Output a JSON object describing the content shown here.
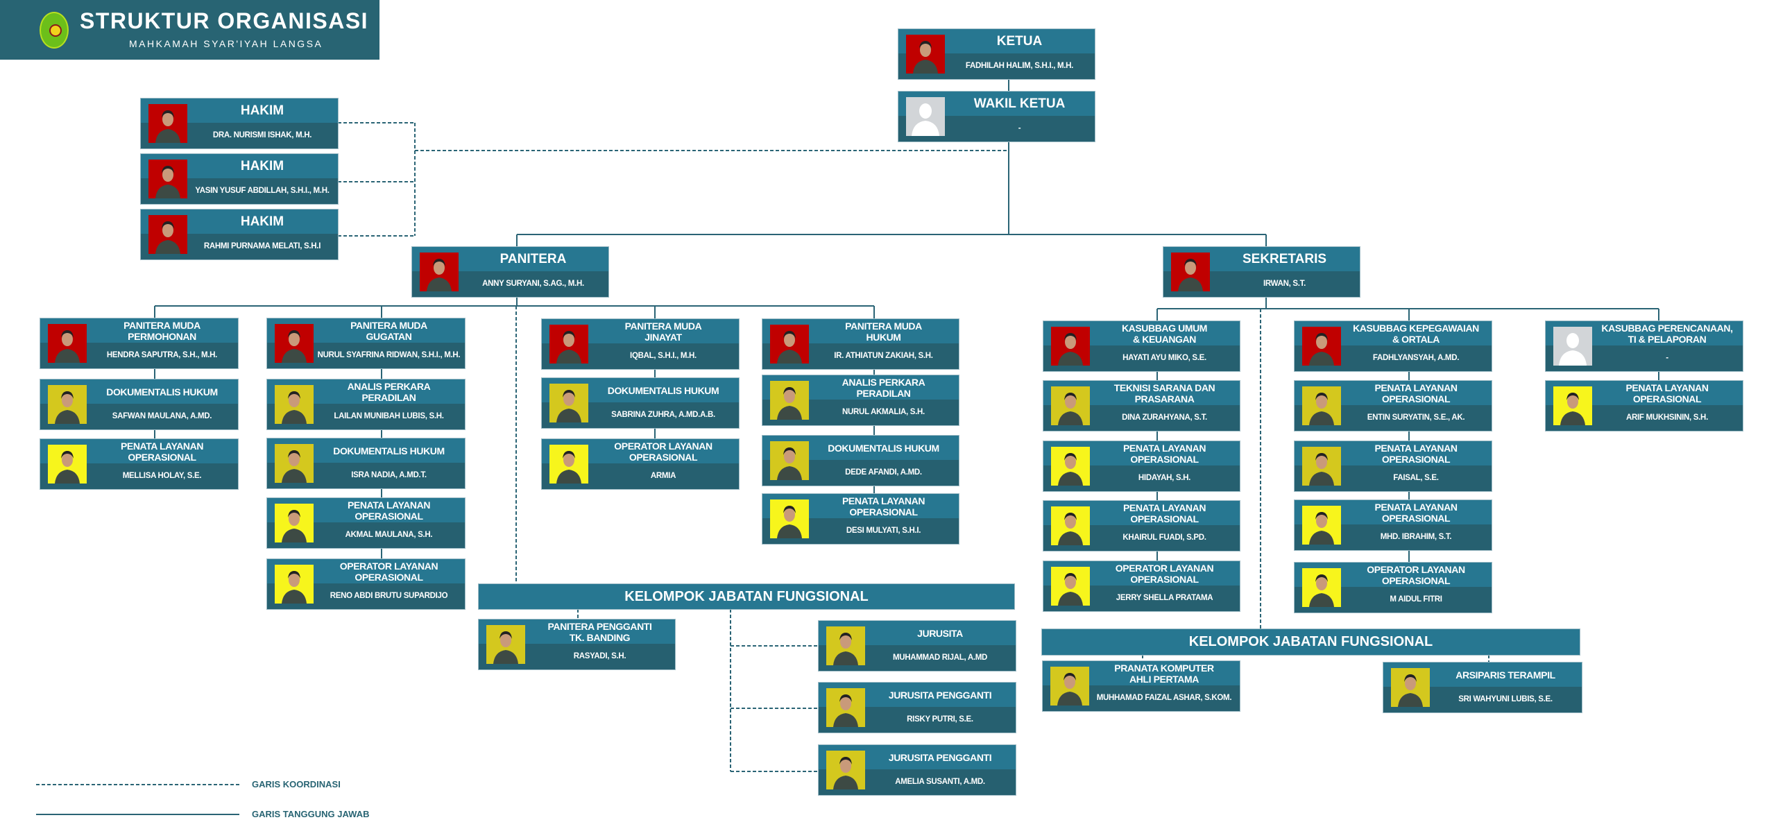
{
  "header": {
    "title": "STRUKTUR ORGANISASI",
    "subtitle": "MAHKAMAH SYAR'IYAH LANGSA"
  },
  "colors": {
    "title_band": "#277791",
    "name_band": "#266070",
    "header_bg": "#286473",
    "line": "#2a6475",
    "photo_red": "#c00000",
    "photo_olive": "#d4c81e",
    "photo_yellow": "#f7f51c",
    "photo_blank": "#d2d5d8"
  },
  "nodes": [
    {
      "id": "ketua",
      "title": "KETUA",
      "name": "FADHILAH HALIM, S.H.I., M.H.",
      "photo": "red"
    },
    {
      "id": "wakil",
      "title": "WAKIL KETUA",
      "name": "-",
      "photo": "blank"
    },
    {
      "id": "hakim1",
      "title": "HAKIM",
      "name": "DRA. NURISMI ISHAK, M.H.",
      "photo": "red"
    },
    {
      "id": "hakim2",
      "title": "HAKIM",
      "name": "YASIN YUSUF ABDILLAH, S.H.I., M.H.",
      "photo": "red"
    },
    {
      "id": "hakim3",
      "title": "HAKIM",
      "name": "RAHMI PURNAMA MELATI, S.H.I",
      "photo": "red"
    },
    {
      "id": "panitera",
      "title": "PANITERA",
      "name": "ANNY SURYANI, S.AG., M.H.",
      "photo": "red"
    },
    {
      "id": "sekretaris",
      "title": "SEKRETARIS",
      "name": "IRWAN, S.T.",
      "photo": "red"
    },
    {
      "id": "c1r1",
      "title": "PANITERA MUDA\nPERMOHONAN",
      "name": "HENDRA SAPUTRA, S.H., M.H.",
      "photo": "red"
    },
    {
      "id": "c1r2",
      "title": "DOKUMENTALIS HUKUM",
      "name": "SAFWAN MAULANA, A.MD.",
      "photo": "olive"
    },
    {
      "id": "c1r3",
      "title": "PENATA LAYANAN\nOPERASIONAL",
      "name": "MELLISA HOLAY, S.E.",
      "photo": "yellow"
    },
    {
      "id": "c2r1",
      "title": "PANITERA MUDA\nGUGATAN",
      "name": "NURUL SYAFRINA RIDWAN, S.H.I., M.H.",
      "photo": "red"
    },
    {
      "id": "c2r2",
      "title": "ANALIS PERKARA\nPERADILAN",
      "name": "LAILAN MUNIBAH LUBIS, S.H.",
      "photo": "olive"
    },
    {
      "id": "c2r3",
      "title": "DOKUMENTALIS HUKUM",
      "name": "ISRA NADIA, A.MD.T.",
      "photo": "olive"
    },
    {
      "id": "c2r4",
      "title": "PENATA LAYANAN\nOPERASIONAL",
      "name": "AKMAL MAULANA, S.H.",
      "photo": "yellow"
    },
    {
      "id": "c2r5",
      "title": "OPERATOR LAYANAN\nOPERASIONAL",
      "name": "RENO ABDI BRUTU SUPARDIJO",
      "photo": "yellow"
    },
    {
      "id": "c3r1",
      "title": "PANITERA MUDA\nJINAYAT",
      "name": "IQBAL, S.H.I., M.H.",
      "photo": "red"
    },
    {
      "id": "c3r2",
      "title": "DOKUMENTALIS HUKUM",
      "name": "SABRINA ZUHRA, A.MD.A.B.",
      "photo": "olive"
    },
    {
      "id": "c3r3",
      "title": "OPERATOR LAYANAN\nOPERASIONAL",
      "name": "ARMIA",
      "photo": "yellow"
    },
    {
      "id": "c4r1",
      "title": "PANITERA MUDA\nHUKUM",
      "name": "IR. ATHIATUN ZAKIAH, S.H.",
      "photo": "red"
    },
    {
      "id": "c4r2",
      "title": "ANALIS PERKARA\nPERADILAN",
      "name": "NURUL AKMALIA, S.H.",
      "photo": "olive"
    },
    {
      "id": "c4r3",
      "title": "DOKUMENTALIS HUKUM",
      "name": "DEDE AFANDI, A.MD.",
      "photo": "olive"
    },
    {
      "id": "c4r4",
      "title": "PENATA LAYANAN\nOPERASIONAL",
      "name": "DESI MULYATI, S.H.I.",
      "photo": "yellow"
    },
    {
      "id": "c5r1",
      "title": "KASUBBAG UMUM\n& KEUANGAN",
      "name": "HAYATI AYU MIKO, S.E.",
      "photo": "red"
    },
    {
      "id": "c5r2",
      "title": "TEKNISI SARANA DAN\nPRASARANA",
      "name": "DINA ZURAHYANA, S.T.",
      "photo": "olive"
    },
    {
      "id": "c5r3",
      "title": "PENATA LAYANAN\nOPERASIONAL",
      "name": "HIDAYAH, S.H.",
      "photo": "yellow"
    },
    {
      "id": "c5r4",
      "title": "PENATA LAYANAN\nOPERASIONAL",
      "name": "KHAIRUL FUADI, S.PD.",
      "photo": "yellow"
    },
    {
      "id": "c5r5",
      "title": "OPERATOR LAYANAN\nOPERASIONAL",
      "name": "JERRY SHELLA PRATAMA",
      "photo": "yellow"
    },
    {
      "id": "c6r1",
      "title": "KASUBBAG KEPEGAWAIAN\n& ORTALA",
      "name": "FADHLYANSYAH, A.MD.",
      "photo": "red"
    },
    {
      "id": "c6r2",
      "title": "PENATA LAYANAN\nOPERASIONAL",
      "name": "ENTIN SURYATIN, S.E., AK.",
      "photo": "olive"
    },
    {
      "id": "c6r3",
      "title": "PENATA LAYANAN\nOPERASIONAL",
      "name": "FAISAL, S.E.",
      "photo": "olive"
    },
    {
      "id": "c6r4",
      "title": "PENATA LAYANAN\nOPERASIONAL",
      "name": "MHD. IBRAHIM, S.T.",
      "photo": "yellow"
    },
    {
      "id": "c6r5",
      "title": "OPERATOR LAYANAN\nOPERASIONAL",
      "name": "M AIDUL FITRI",
      "photo": "yellow"
    },
    {
      "id": "c7r1",
      "title": "KASUBBAG PERENCANAAN,\nTI & PELAPORAN",
      "name": "-",
      "photo": "blank"
    },
    {
      "id": "c7r2",
      "title": "PENATA LAYANAN\nOPERASIONAL",
      "name": "ARIF MUKHSININ, S.H.",
      "photo": "yellow"
    },
    {
      "id": "pp",
      "title": "PANITERA PENGGANTI\nTK. BANDING",
      "name": "RASYADI, S.H.",
      "photo": "olive"
    },
    {
      "id": "js",
      "title": "JURUSITA",
      "name": "MUHAMMAD RIJAL, A.MD",
      "photo": "olive"
    },
    {
      "id": "jp1",
      "title": "JURUSITA PENGGANTI",
      "name": "RISKY PUTRI, S.E.",
      "photo": "olive"
    },
    {
      "id": "jp2",
      "title": "JURUSITA PENGGANTI",
      "name": "AMELIA SUSANTI, A.MD.",
      "photo": "olive"
    },
    {
      "id": "pk",
      "title": "PRANATA KOMPUTER\nAHLI PERTAMA",
      "name": "MUHHAMAD FAIZAL ASHAR, S.KOM.",
      "photo": "olive"
    },
    {
      "id": "ar",
      "title": "ARSIPARIS TERAMPIL",
      "name": "SRI WAHYUNI LUBIS, S.E.",
      "photo": "olive"
    }
  ],
  "groups": [
    {
      "id": "kjf1",
      "label": "KELOMPOK JABATAN FUNGSIONAL"
    },
    {
      "id": "kjf2",
      "label": "KELOMPOK JABATAN FUNGSIONAL"
    }
  ],
  "legend": {
    "dashed": "GARIS KOORDINASI",
    "solid": "GARIS TANGGUNG JAWAB"
  }
}
